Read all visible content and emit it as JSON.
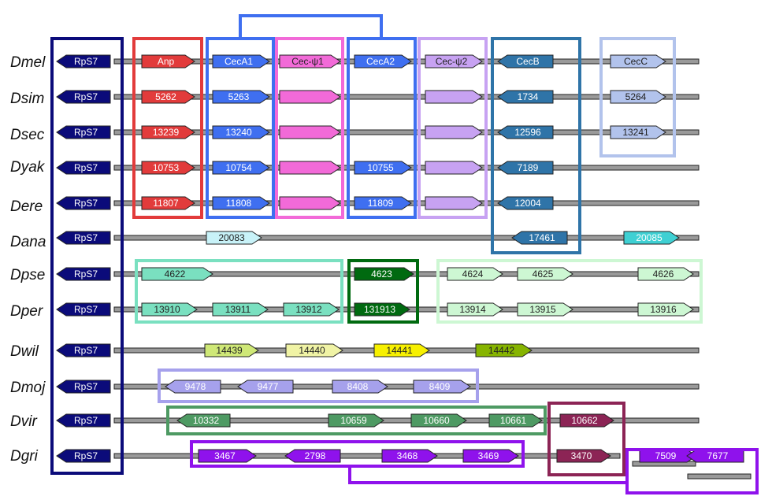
{
  "colors": {
    "axis_fill": "#9a9a9a",
    "axis_stroke": "#222222",
    "gene_stroke": "#222222",
    "rps7": "#0b0b7a",
    "anp": "#e23b3b",
    "ceca": "#3f6ff0",
    "cecpsi1": "#f26ad8",
    "cecpsi2": "#c7a2f2",
    "cecb": "#2f74a8",
    "cecc": "#b2c3ec",
    "dana_c1": "#c8f2f8",
    "dana_c3": "#3fd0d3",
    "dpse_a": "#7ae0c0",
    "dpse_b": "#006a10",
    "dpse_c": "#cdf7d3",
    "dwil_a": "#cfe877",
    "dwil_b": "#f0f3a5",
    "dwil_c": "#f7f000",
    "dwil_d": "#86b400",
    "dmoj": "#a6a1ec",
    "dvir": "#4e9a63",
    "dvir_b": "#8c2455",
    "dgri": "#8f12ec"
  },
  "species": [
    "Dmel",
    "Dsim",
    "Dsec",
    "Dyak",
    "Dere",
    "Dana",
    "Dpse",
    "Dper",
    "Dwil",
    "Dmoj",
    "Dvir",
    "Dgri"
  ],
  "genes": [
    {
      "row": 0,
      "label": "RpS7",
      "dir": "L",
      "color": "rps7",
      "text": "light"
    },
    {
      "row": 0,
      "label": "Anp",
      "dir": "R",
      "color": "anp",
      "text": "light"
    },
    {
      "row": 0,
      "label": "CecA1",
      "dir": "R",
      "color": "ceca",
      "text": "light"
    },
    {
      "row": 0,
      "label": "Cec-ψ1",
      "dir": "R",
      "color": "cecpsi1",
      "text": "dark"
    },
    {
      "row": 0,
      "label": "CecA2",
      "dir": "R",
      "color": "ceca",
      "text": "light"
    },
    {
      "row": 0,
      "label": "Cec-ψ2",
      "dir": "R",
      "color": "cecpsi2",
      "text": "dark"
    },
    {
      "row": 0,
      "label": "CecB",
      "dir": "L",
      "color": "cecb",
      "text": "light"
    },
    {
      "row": 0,
      "label": "CecC",
      "dir": "R",
      "color": "cecc",
      "text": "dark"
    },
    {
      "row": 1,
      "label": "RpS7",
      "dir": "L",
      "color": "rps7",
      "text": "light"
    },
    {
      "row": 1,
      "label": "5262",
      "dir": "R",
      "color": "anp",
      "text": "light"
    },
    {
      "row": 1,
      "label": "5263",
      "dir": "R",
      "color": "ceca",
      "text": "light"
    },
    {
      "row": 1,
      "label": "",
      "dir": "R",
      "color": "cecpsi1",
      "text": "dark"
    },
    {
      "row": 1,
      "label": "",
      "dir": "R",
      "color": "cecpsi2",
      "text": "dark"
    },
    {
      "row": 1,
      "label": "1734",
      "dir": "L",
      "color": "cecb",
      "text": "light"
    },
    {
      "row": 1,
      "label": "5264",
      "dir": "R",
      "color": "cecc",
      "text": "dark"
    },
    {
      "row": 2,
      "label": "RpS7",
      "dir": "L",
      "color": "rps7",
      "text": "light"
    },
    {
      "row": 2,
      "label": "13239",
      "dir": "R",
      "color": "anp",
      "text": "light"
    },
    {
      "row": 2,
      "label": "13240",
      "dir": "R",
      "color": "ceca",
      "text": "light"
    },
    {
      "row": 2,
      "label": "",
      "dir": "R",
      "color": "cecpsi1",
      "text": "dark"
    },
    {
      "row": 2,
      "label": "",
      "dir": "R",
      "color": "cecpsi2",
      "text": "dark"
    },
    {
      "row": 2,
      "label": "12596",
      "dir": "L",
      "color": "cecb",
      "text": "light"
    },
    {
      "row": 2,
      "label": "13241",
      "dir": "R",
      "color": "cecc",
      "text": "dark"
    },
    {
      "row": 3,
      "label": "RpS7",
      "dir": "L",
      "color": "rps7",
      "text": "light"
    },
    {
      "row": 3,
      "label": "10753",
      "dir": "R",
      "color": "anp",
      "text": "light"
    },
    {
      "row": 3,
      "label": "10754",
      "dir": "R",
      "color": "ceca",
      "text": "light"
    },
    {
      "row": 3,
      "label": "",
      "dir": "R",
      "color": "cecpsi1",
      "text": "dark"
    },
    {
      "row": 3,
      "label": "10755",
      "dir": "R",
      "color": "ceca",
      "text": "light"
    },
    {
      "row": 3,
      "label": "",
      "dir": "R",
      "color": "cecpsi2",
      "text": "dark"
    },
    {
      "row": 3,
      "label": "7189",
      "dir": "L",
      "color": "cecb",
      "text": "light"
    },
    {
      "row": 4,
      "label": "RpS7",
      "dir": "L",
      "color": "rps7",
      "text": "light"
    },
    {
      "row": 4,
      "label": "11807",
      "dir": "R",
      "color": "anp",
      "text": "light"
    },
    {
      "row": 4,
      "label": "11808",
      "dir": "R",
      "color": "ceca",
      "text": "light"
    },
    {
      "row": 4,
      "label": "",
      "dir": "R",
      "color": "cecpsi1",
      "text": "dark"
    },
    {
      "row": 4,
      "label": "11809",
      "dir": "R",
      "color": "ceca",
      "text": "light"
    },
    {
      "row": 4,
      "label": "",
      "dir": "R",
      "color": "cecpsi2",
      "text": "dark"
    },
    {
      "row": 4,
      "label": "12004",
      "dir": "L",
      "color": "cecb",
      "text": "light"
    },
    {
      "row": 5,
      "label": "RpS7",
      "dir": "L",
      "color": "rps7",
      "text": "light"
    },
    {
      "row": 5,
      "label": "20083",
      "dir": "R",
      "color": "dana_c1",
      "text": "dark"
    },
    {
      "row": 5,
      "label": "17461",
      "dir": "L",
      "color": "cecb",
      "text": "light"
    },
    {
      "row": 5,
      "label": "20085",
      "dir": "R",
      "color": "dana_c3",
      "text": "light"
    },
    {
      "row": 6,
      "label": "RpS7",
      "dir": "L",
      "color": "rps7",
      "text": "light"
    },
    {
      "row": 6,
      "label": "4622",
      "dir": "R",
      "color": "dpse_a",
      "text": "dark"
    },
    {
      "row": 6,
      "label": "4623",
      "dir": "R",
      "color": "dpse_b",
      "text": "light"
    },
    {
      "row": 6,
      "label": "4624",
      "dir": "R",
      "color": "dpse_c",
      "text": "dark"
    },
    {
      "row": 6,
      "label": "4625",
      "dir": "R",
      "color": "dpse_c",
      "text": "dark"
    },
    {
      "row": 6,
      "label": "4626",
      "dir": "R",
      "color": "dpse_c",
      "text": "dark"
    },
    {
      "row": 7,
      "label": "RpS7",
      "dir": "L",
      "color": "rps7",
      "text": "light"
    },
    {
      "row": 7,
      "label": "13910",
      "dir": "R",
      "color": "dpse_a",
      "text": "dark"
    },
    {
      "row": 7,
      "label": "13911",
      "dir": "R",
      "color": "dpse_a",
      "text": "dark"
    },
    {
      "row": 7,
      "label": "13912",
      "dir": "R",
      "color": "dpse_a",
      "text": "dark"
    },
    {
      "row": 7,
      "label": "131913",
      "dir": "R",
      "color": "dpse_b",
      "text": "light"
    },
    {
      "row": 7,
      "label": "13914",
      "dir": "R",
      "color": "dpse_c",
      "text": "dark"
    },
    {
      "row": 7,
      "label": "13915",
      "dir": "R",
      "color": "dpse_c",
      "text": "dark"
    },
    {
      "row": 7,
      "label": "13916",
      "dir": "R",
      "color": "dpse_c",
      "text": "dark"
    },
    {
      "row": 8,
      "label": "RpS7",
      "dir": "L",
      "color": "rps7",
      "text": "light"
    },
    {
      "row": 8,
      "label": "14439",
      "dir": "R",
      "color": "dwil_a",
      "text": "dark"
    },
    {
      "row": 8,
      "label": "14440",
      "dir": "R",
      "color": "dwil_b",
      "text": "dark"
    },
    {
      "row": 8,
      "label": "14441",
      "dir": "R",
      "color": "dwil_c",
      "text": "dark"
    },
    {
      "row": 8,
      "label": "14442",
      "dir": "R",
      "color": "dwil_d",
      "text": "dark"
    },
    {
      "row": 9,
      "label": "RpS7",
      "dir": "L",
      "color": "rps7",
      "text": "light"
    },
    {
      "row": 9,
      "label": "9478",
      "dir": "L",
      "color": "dmoj",
      "text": "light"
    },
    {
      "row": 9,
      "label": "9477",
      "dir": "L",
      "color": "dmoj",
      "text": "light"
    },
    {
      "row": 9,
      "label": "8408",
      "dir": "R",
      "color": "dmoj",
      "text": "light"
    },
    {
      "row": 9,
      "label": "8409",
      "dir": "R",
      "color": "dmoj",
      "text": "light"
    },
    {
      "row": 10,
      "label": "RpS7",
      "dir": "L",
      "color": "rps7",
      "text": "light"
    },
    {
      "row": 10,
      "label": "10332",
      "dir": "L",
      "color": "dvir",
      "text": "light"
    },
    {
      "row": 10,
      "label": "10659",
      "dir": "R",
      "color": "dvir",
      "text": "light"
    },
    {
      "row": 10,
      "label": "10660",
      "dir": "R",
      "color": "dvir",
      "text": "light"
    },
    {
      "row": 10,
      "label": "10661",
      "dir": "R",
      "color": "dvir",
      "text": "light"
    },
    {
      "row": 10,
      "label": "10662",
      "dir": "R",
      "color": "dvir_b",
      "text": "light"
    },
    {
      "row": 11,
      "label": "RpS7",
      "dir": "L",
      "color": "rps7",
      "text": "light"
    },
    {
      "row": 11,
      "label": "3467",
      "dir": "R",
      "color": "dgri",
      "text": "light"
    },
    {
      "row": 11,
      "label": "2798",
      "dir": "L",
      "color": "dgri",
      "text": "light"
    },
    {
      "row": 11,
      "label": "3468",
      "dir": "R",
      "color": "dgri",
      "text": "light"
    },
    {
      "row": 11,
      "label": "3469",
      "dir": "R",
      "color": "dgri",
      "text": "light"
    },
    {
      "row": 11,
      "label": "3470",
      "dir": "R",
      "color": "dvir_b",
      "text": "light"
    },
    {
      "row": 11,
      "label": "7509",
      "dir": "R",
      "color": "dgri",
      "text": "light"
    },
    {
      "row": 11,
      "label": "7677",
      "dir": "L",
      "color": "dgri",
      "text": "light"
    }
  ]
}
